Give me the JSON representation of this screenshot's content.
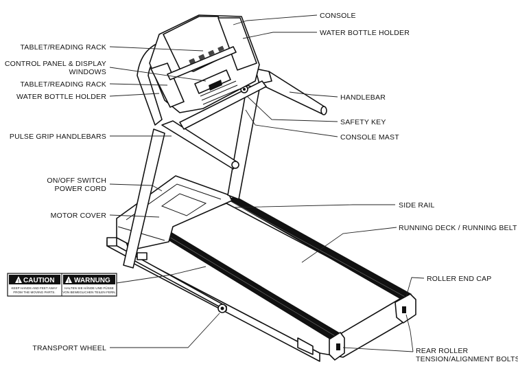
{
  "labels": {
    "console": "CONSOLE",
    "water_bottle_holder_right": "WATER BOTTLE HOLDER",
    "tablet_rack_top": "TABLET/READING RACK",
    "control_panel": [
      "CONTROL PANEL & DISPLAY",
      "WINDOWS"
    ],
    "tablet_rack_mid": "TABLET/READING RACK",
    "water_bottle_holder_left": "WATER BOTTLE HOLDER",
    "handlebar": "HANDLEBAR",
    "safety_key": "SAFETY KEY",
    "pulse_grip": "PULSE GRIP HANDLEBARS",
    "console_mast": "CONSOLE MAST",
    "onoff": [
      "ON/OFF SWITCH",
      "POWER CORD"
    ],
    "side_rail": "SIDE RAIL",
    "motor_cover": "MOTOR COVER",
    "running_deck": "RUNNING DECK / RUNNING BELT",
    "roller_end_cap": "ROLLER END CAP",
    "transport_wheel": "TRANSPORT WHEEL",
    "rear_roller": [
      "REAR ROLLER",
      "TENSION/ALIGNMENT BOLTS"
    ]
  },
  "warning_label": {
    "caution": "CAUTION",
    "warnung": "WARNUNG",
    "caution_text": [
      "KEEP HANDS AND FEET AWAY",
      "FROM THE MOVING PARTS."
    ],
    "warnung_text": [
      "HALTEN SIE HÄNDE UND FÜSSE",
      "VON BEWEGLICHEN TEILEN FERN."
    ]
  }
}
